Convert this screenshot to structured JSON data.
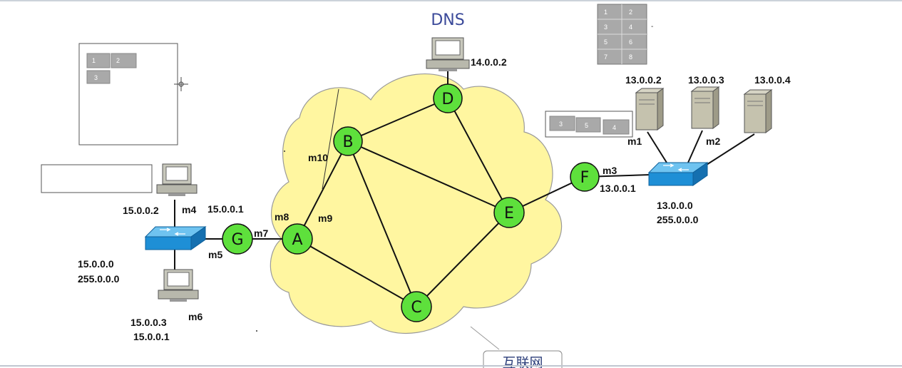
{
  "dns_label": "DNS",
  "nodes": {
    "A": "A",
    "B": "B",
    "C": "C",
    "D": "D",
    "E": "E",
    "F": "F",
    "G": "G"
  },
  "links": {
    "m1": "m1",
    "m2": "m2",
    "m3": "m3",
    "m4": "m4",
    "m5": "m5",
    "m6": "m6",
    "m7": "m7",
    "m8": "m8",
    "m9": "m9",
    "m10": "m10"
  },
  "addresses": {
    "dns_host": "14.0.0.2",
    "server1": "13.0.0.2",
    "server2": "13.0.0.3",
    "server3": "13.0.0.4",
    "f_port": "13.0.0.1",
    "right_net": "13.0.0.0",
    "right_mask": "255.0.0.0",
    "host_top": "15.0.0.2",
    "g_port": "15.0.0.1",
    "left_net": "15.0.0.0",
    "left_mask": "255.0.0.0",
    "host_bottom": "15.0.0.3",
    "host_bottom_gw": "15.0.0.1"
  },
  "cloud_label": "互联网",
  "table_topright": [
    "1",
    "2",
    "3",
    "4",
    "5",
    "6",
    "7",
    "8"
  ],
  "table_topright_note": "-",
  "table_box": [
    "1",
    "2",
    "3"
  ],
  "table_mid": [
    "3",
    "5",
    "4"
  ],
  "colors": {
    "cloud_fill": "#fff6a0",
    "node_fill": "#5ee03c",
    "switch_fill": "#1e8fd6",
    "cell_fill": "#a9a9a9"
  }
}
